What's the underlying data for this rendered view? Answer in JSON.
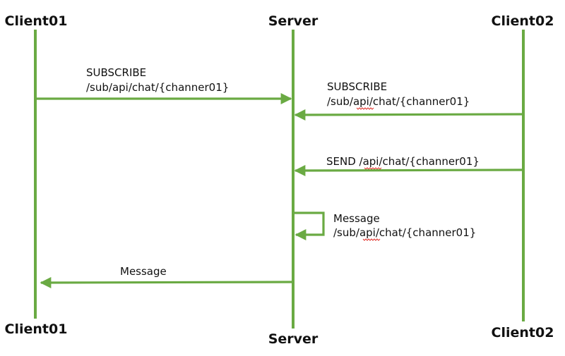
{
  "colors": {
    "line": "#6aaa43",
    "text": "#111111",
    "spellcheck": "#e0322b"
  },
  "participants": {
    "client01": {
      "top_label": "Client01",
      "bottom_label": "Client01"
    },
    "server": {
      "top_label": "Server",
      "bottom_label": "Server"
    },
    "client02": {
      "top_label": "Client02",
      "bottom_label": "Client02"
    }
  },
  "messages": {
    "m1": {
      "line1": "SUBSCRIBE",
      "line2": "/sub/api/chat/{channer01}"
    },
    "m2": {
      "line1": "SUBSCRIBE",
      "line2": "/sub/api/chat/{channer01}"
    },
    "m3": {
      "line1": "SEND /api/chat/{channer01}"
    },
    "m4": {
      "line1": "Message",
      "line2": "/sub/api/chat/{channer01}"
    },
    "m5": {
      "line1": "Message"
    }
  }
}
